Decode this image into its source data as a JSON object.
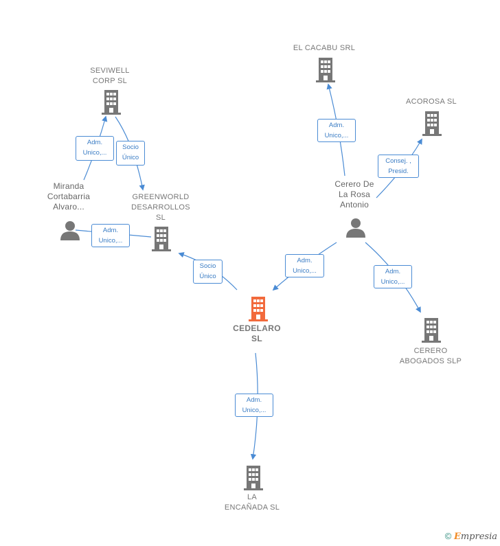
{
  "colors": {
    "edge": "#4a8bd4",
    "node": "#777777",
    "focus": "#f26a3c"
  },
  "nodes": {
    "seviwell": {
      "label": "SEVIWELL\nCORP  SL",
      "icon": "building-icon"
    },
    "elcacabu": {
      "label": "EL CACABU SRL",
      "icon": "building-icon"
    },
    "acorosa": {
      "label": "ACOROSA SL",
      "icon": "building-icon"
    },
    "miranda": {
      "label": "Miranda\nCortabarria\nAlvaro...",
      "icon": "person-icon"
    },
    "greenworld": {
      "label": "GREENWORLD\nDESARROLLOS\nSL",
      "icon": "building-icon"
    },
    "cerero_person": {
      "label": "Cerero De\nLa Rosa\nAntonio",
      "icon": "person-icon"
    },
    "cedelaro": {
      "label": "CEDELARO\nSL",
      "icon": "building-icon"
    },
    "cerero_abogados": {
      "label": "CERERO\nABOGADOS SLP",
      "icon": "building-icon"
    },
    "laencanada": {
      "label": "LA\nENCAÑADA  SL",
      "icon": "building-icon"
    }
  },
  "edges": {
    "e1": "Adm.\nUnico,...",
    "e2": "Socio\nÚnico",
    "e3": "Adm.\nUnico,...",
    "e4": "Adm.\nUnico,...",
    "e5": "Consej. ,\nPresid.",
    "e6": "Socio\nÚnico",
    "e7": "Adm.\nUnico,...",
    "e8": "Adm.\nUnico,...",
    "e9": "Adm.\nUnico,..."
  },
  "footer": {
    "copyright": "©",
    "brand_first": "E",
    "brand_rest": "mpresia"
  }
}
